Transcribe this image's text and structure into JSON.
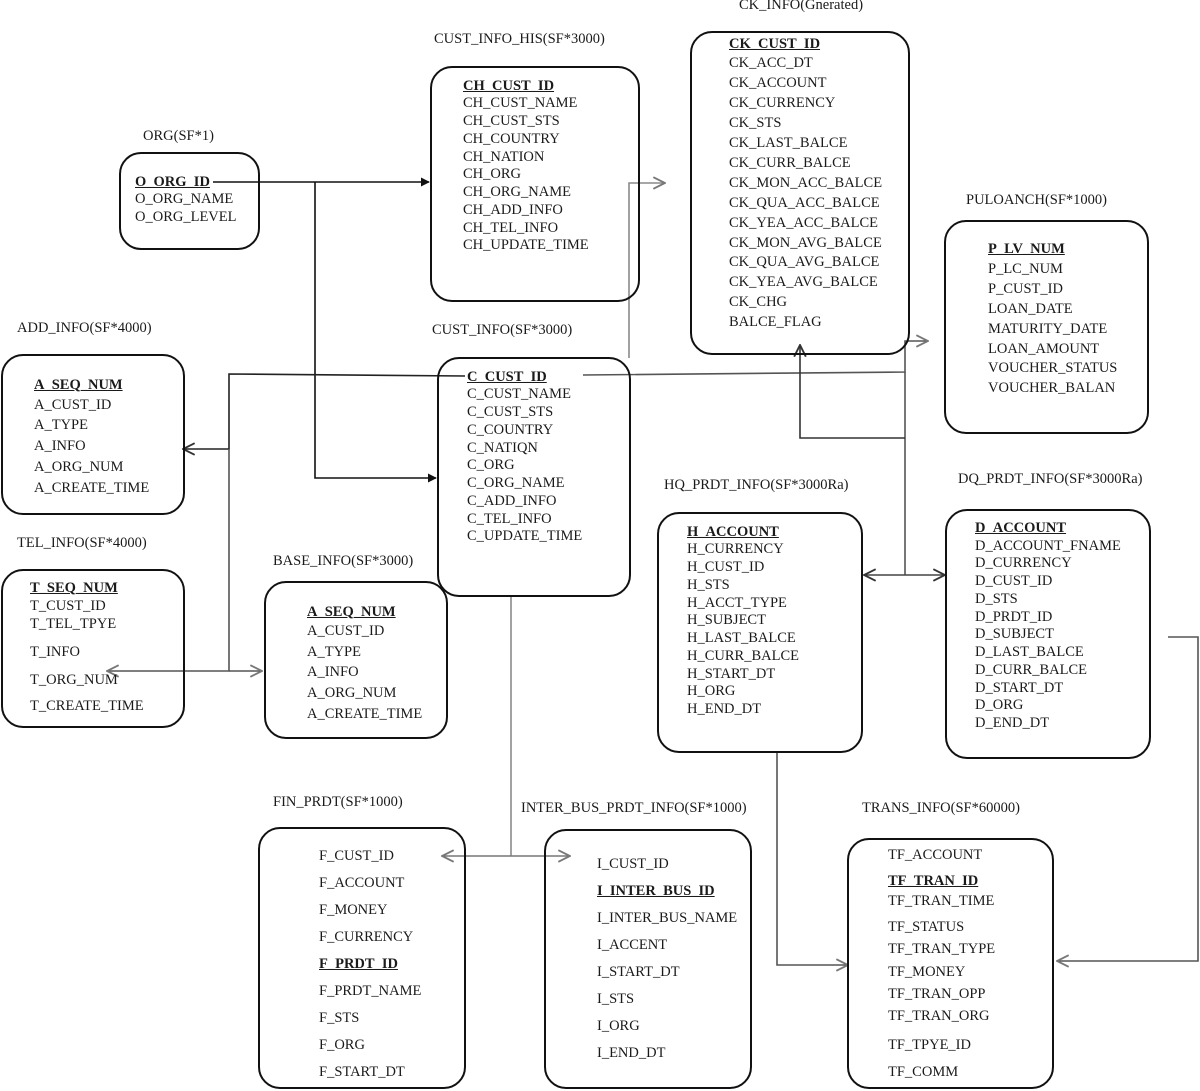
{
  "tables": {
    "org": {
      "title": "ORG(SF*1)",
      "fields": [
        "O_ORG_ID",
        "O_ORG_NAME",
        "O_ORG_LEVEL"
      ]
    },
    "cust_info_his": {
      "title": "CUST_INFO_HIS(SF*3000)",
      "fields": [
        "CH_CUST_ID",
        "CH_CUST_NAME",
        "CH_CUST_STS",
        "CH_COUNTRY",
        "CH_NATION",
        "CH_ORG",
        "CH_ORG_NAME",
        "CH_ADD_INFO",
        "CH_TEL_INFO",
        "CH_UPDATE_TIME"
      ]
    },
    "ck_info": {
      "title": "CK_INFO(Gnerated)",
      "fields": [
        "CK_CUST_ID",
        "CK_ACC_DT",
        "CK_ACCOUNT",
        "CK_CURRENCY",
        "CK_STS",
        "CK_LAST_BALCE",
        "CK_CURR_BALCE",
        "CK_MON_ACC_BALCE",
        "CK_QUA_ACC_BALCE",
        "CK_YEA_ACC_BALCE",
        "CK_MON_AVG_BALCE",
        "CK_QUA_AVG_BALCE",
        "CK_YEA_AVG_BALCE",
        "CK_CHG",
        "BALCE_FLAG"
      ]
    },
    "puloanch": {
      "title": "PULOANCH(SF*1000)",
      "fields": [
        "P_LV_NUM",
        "P_LC_NUM",
        "P_CUST_ID",
        "LOAN_DATE",
        "MATURITY_DATE",
        "LOAN_AMOUNT",
        "VOUCHER_STATUS",
        "VOUCHER_BALAN"
      ]
    },
    "add_info": {
      "title": "ADD_INFO(SF*4000)",
      "fields": [
        "A_SEQ_NUM",
        "A_CUST_ID",
        "A_TYPE",
        "A_INFO",
        "A_ORG_NUM",
        "A_CREATE_TIME"
      ]
    },
    "cust_info": {
      "title": "CUST_INFO(SF*3000)",
      "fields": [
        "C_CUST_ID",
        "C_CUST_NAME",
        "C_CUST_STS",
        "C_COUNTRY",
        "C_NATIQN",
        "C_ORG",
        "C_ORG_NAME",
        "C_ADD_INFO",
        "C_TEL_INFO",
        "C_UPDATE_TIME"
      ]
    },
    "tel_info": {
      "title": "TEL_INFO(SF*4000)",
      "fields": [
        "T_SEQ_NUM",
        "T_CUST_ID",
        "T_TEL_TPYE",
        "T_INFO",
        "T_ORG_NUM",
        "T_CREATE_TIME"
      ]
    },
    "base_info": {
      "title": "BASE_INFO(SF*3000)",
      "fields": [
        "A_SEQ_NUM",
        "A_CUST_ID",
        "A_TYPE",
        "A_INFO",
        "A_ORG_NUM",
        "A_CREATE_TIME"
      ]
    },
    "hq_prdt_info": {
      "title": "HQ_PRDT_INFO(SF*3000Ra)",
      "fields": [
        "H_ACCOUNT",
        "H_CURRENCY",
        "H_CUST_ID",
        "H_STS",
        "H_ACCT_TYPE",
        "H_SUBJECT",
        "H_LAST_BALCE",
        "H_CURR_BALCE",
        "H_START_DT",
        "H_ORG",
        "H_END_DT"
      ]
    },
    "dq_prdt_info": {
      "title": "DQ_PRDT_INFO(SF*3000Ra)",
      "fields": [
        "D_ACCOUNT",
        "D_ACCOUNT_FNAME",
        "D_CURRENCY",
        "D_CUST_ID",
        "D_STS",
        "D_PRDT_ID",
        "D_SUBJECT",
        "D_LAST_BALCE",
        "D_CURR_BALCE",
        "D_START_DT",
        "D_ORG",
        "D_END_DT"
      ]
    },
    "fin_prdt": {
      "title": "FIN_PRDT(SF*1000)",
      "fields": [
        "F_CUST_ID",
        "F_ACCOUNT",
        "F_MONEY",
        "F_CURRENCY",
        "F_PRDT_ID",
        "F_PRDT_NAME",
        "F_STS",
        "F_ORG",
        "F_START_DT"
      ]
    },
    "inter_bus_prdt_info": {
      "title": "INTER_BUS_PRDT_INFO(SF*1000)",
      "fields": [
        "I_CUST_ID",
        "I_INTER_BUS_ID",
        "I_INTER_BUS_NAME",
        "I_ACCENT",
        "I_START_DT",
        "I_STS",
        "I_ORG",
        "I_END_DT"
      ]
    },
    "trans_info": {
      "title": "TRANS_INFO(SF*60000)",
      "fields": [
        "TF_ACCOUNT",
        "TF_TRAN_ID",
        "TF_TRAN_TIME",
        "TF_STATUS",
        "TF_TRAN_TYPE",
        "TF_MONEY",
        "TF_TRAN_OPP",
        "TF_TRAN_ORG",
        "TF_TPYE_ID",
        "TF_COMM"
      ]
    }
  },
  "colors": {
    "box": "#111111",
    "dark_line": "#111111",
    "gray_line": "#8a8a8a"
  }
}
